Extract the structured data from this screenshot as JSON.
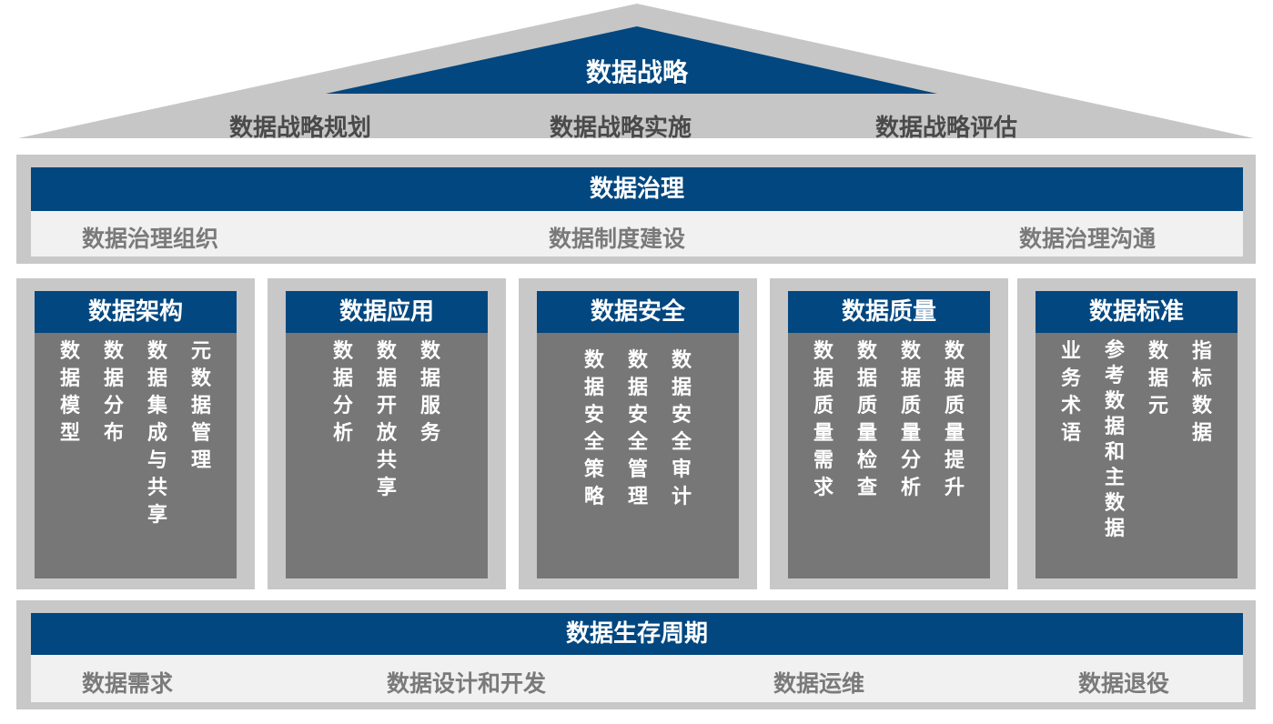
{
  "strategy": {
    "title": "数据战略",
    "items": [
      "数据战略规划",
      "数据战略实施",
      "数据战略评估"
    ]
  },
  "governance": {
    "title": "数据治理",
    "items": [
      "数据治理组织",
      "数据制度建设",
      "数据治理沟通"
    ]
  },
  "pillars": [
    {
      "title": "数据架构",
      "items": [
        "数据模型",
        "数据分布",
        "数据集成与共享",
        "元数据管理"
      ]
    },
    {
      "title": "数据应用",
      "items": [
        "数据分析",
        "数据开放共享",
        "数据服务"
      ]
    },
    {
      "title": "数据安全",
      "items": [
        "数据安全策略",
        "数据安全管理",
        "数据安全审计"
      ]
    },
    {
      "title": "数据质量",
      "items": [
        "数据质量需求",
        "数据质量检查",
        "数据质量分析",
        "数据质量提升"
      ]
    },
    {
      "title": "数据标准",
      "items": [
        "业务术语",
        "参考数据和主数据",
        "数据元",
        "指标数据"
      ]
    }
  ],
  "lifecycle": {
    "title": "数据生存周期",
    "items": [
      "数据需求",
      "数据设计和开发",
      "数据运维",
      "数据退役"
    ]
  },
  "colors": {
    "primary_blue": "#02477f",
    "roof_gray": "#c6c6c6",
    "pillar_gray": "#777777",
    "frame_gray": "#c8c8c8",
    "label_gray": "#7a7a7a"
  }
}
